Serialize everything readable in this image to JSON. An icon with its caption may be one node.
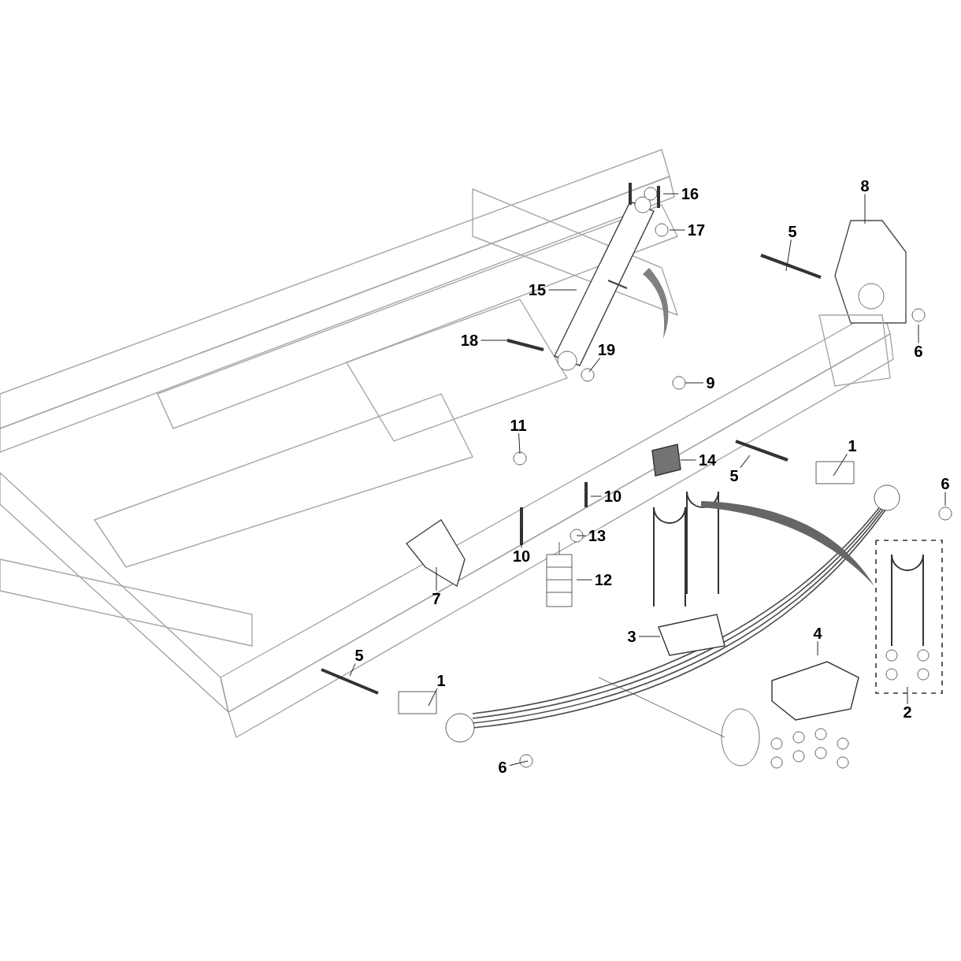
{
  "diagram": {
    "nodes": [
      {
        "text": [
          "16"
        ]
      },
      {
        "text": [
          "17"
        ]
      },
      {
        "text": [
          "8"
        ]
      },
      {
        "text": [
          "5"
        ]
      },
      {
        "text": [
          "15"
        ]
      },
      {
        "text": [
          "18"
        ]
      },
      {
        "text": [
          "19"
        ]
      },
      {
        "text": [
          "6"
        ]
      },
      {
        "text": [
          "9"
        ]
      },
      {
        "text": [
          "11"
        ]
      },
      {
        "text": [
          "14"
        ]
      },
      {
        "text": [
          "1"
        ]
      },
      {
        "text": [
          "5"
        ]
      },
      {
        "text": [
          "6"
        ]
      },
      {
        "text": [
          "10"
        ]
      },
      {
        "text": [
          "10"
        ]
      },
      {
        "text": [
          "13"
        ]
      },
      {
        "text": [
          "7"
        ]
      },
      {
        "text": [
          "12"
        ]
      },
      {
        "text": [
          "3"
        ]
      },
      {
        "text": [
          "4"
        ]
      },
      {
        "text": [
          "2"
        ]
      },
      {
        "text": [
          "5"
        ]
      },
      {
        "text": [
          "1"
        ]
      },
      {
        "text": [
          "6"
        ]
      }
    ],
    "edges": [
      {
        "from": 0,
        "to": null,
        "arrow": "none"
      },
      {
        "from": 1,
        "to": null,
        "arrow": "none"
      },
      {
        "from": 2,
        "to": null,
        "arrow": "none"
      },
      {
        "from": 3,
        "to": null,
        "arrow": "none"
      },
      {
        "from": 4,
        "to": null,
        "arrow": "none"
      },
      {
        "from": 5,
        "to": null,
        "arrow": "none"
      },
      {
        "from": 6,
        "to": null,
        "arrow": "none"
      },
      {
        "from": 7,
        "to": null,
        "arrow": "none"
      },
      {
        "from": 8,
        "to": null,
        "arrow": "none"
      },
      {
        "from": 9,
        "to": null,
        "arrow": "none"
      },
      {
        "from": 10,
        "to": null,
        "arrow": "none"
      },
      {
        "from": 11,
        "to": null,
        "arrow": "none"
      },
      {
        "from": 12,
        "to": null,
        "arrow": "none"
      },
      {
        "from": 13,
        "to": null,
        "arrow": "none"
      },
      {
        "from": 14,
        "to": null,
        "arrow": "none"
      },
      {
        "from": 15,
        "to": null,
        "arrow": "none"
      },
      {
        "from": 16,
        "to": null,
        "arrow": "none"
      },
      {
        "from": 17,
        "to": null,
        "arrow": "none"
      },
      {
        "from": 18,
        "to": null,
        "arrow": "none"
      },
      {
        "from": 19,
        "to": null,
        "arrow": "none"
      },
      {
        "from": 20,
        "to": null,
        "arrow": "none"
      },
      {
        "from": 21,
        "to": null,
        "arrow": "none"
      },
      {
        "from": 22,
        "to": null,
        "arrow": "none"
      },
      {
        "from": 23,
        "to": null,
        "arrow": "none"
      },
      {
        "from": 24,
        "to": null,
        "arrow": "none"
      }
    ]
  }
}
